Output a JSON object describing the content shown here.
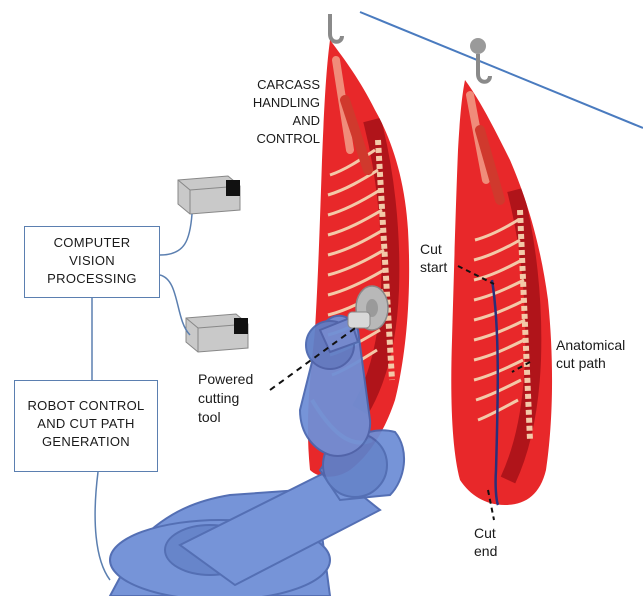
{
  "labels": {
    "carcass_handling": [
      "CARCASS",
      "HANDLING",
      "AND",
      "CONTROL"
    ],
    "computer_vision": [
      "COMPUTER",
      "VISION",
      "PROCESSING"
    ],
    "robot_control": [
      "ROBOT CONTROL",
      "AND CUT PATH",
      "GENERATION"
    ],
    "powered_tool": [
      "Powered",
      "cutting",
      "tool"
    ],
    "cut_start": [
      "Cut",
      "start"
    ],
    "anatomical_path": [
      "Anatomical",
      "cut path"
    ],
    "cut_end": [
      "Cut",
      "end"
    ]
  },
  "colors": {
    "carcass_red": "#e8282a",
    "carcass_dark": "#b0141a",
    "rib_beige": "#f3c9a8",
    "robot_blue": "#6f8fd6",
    "robot_blue_dark": "#4b68b0",
    "rail_blue": "#4a7bbf",
    "box_border": "#5b7fb0"
  },
  "icons": [
    "camera-icon",
    "robot-arm-icon",
    "carcass-icon",
    "hook-icon"
  ]
}
